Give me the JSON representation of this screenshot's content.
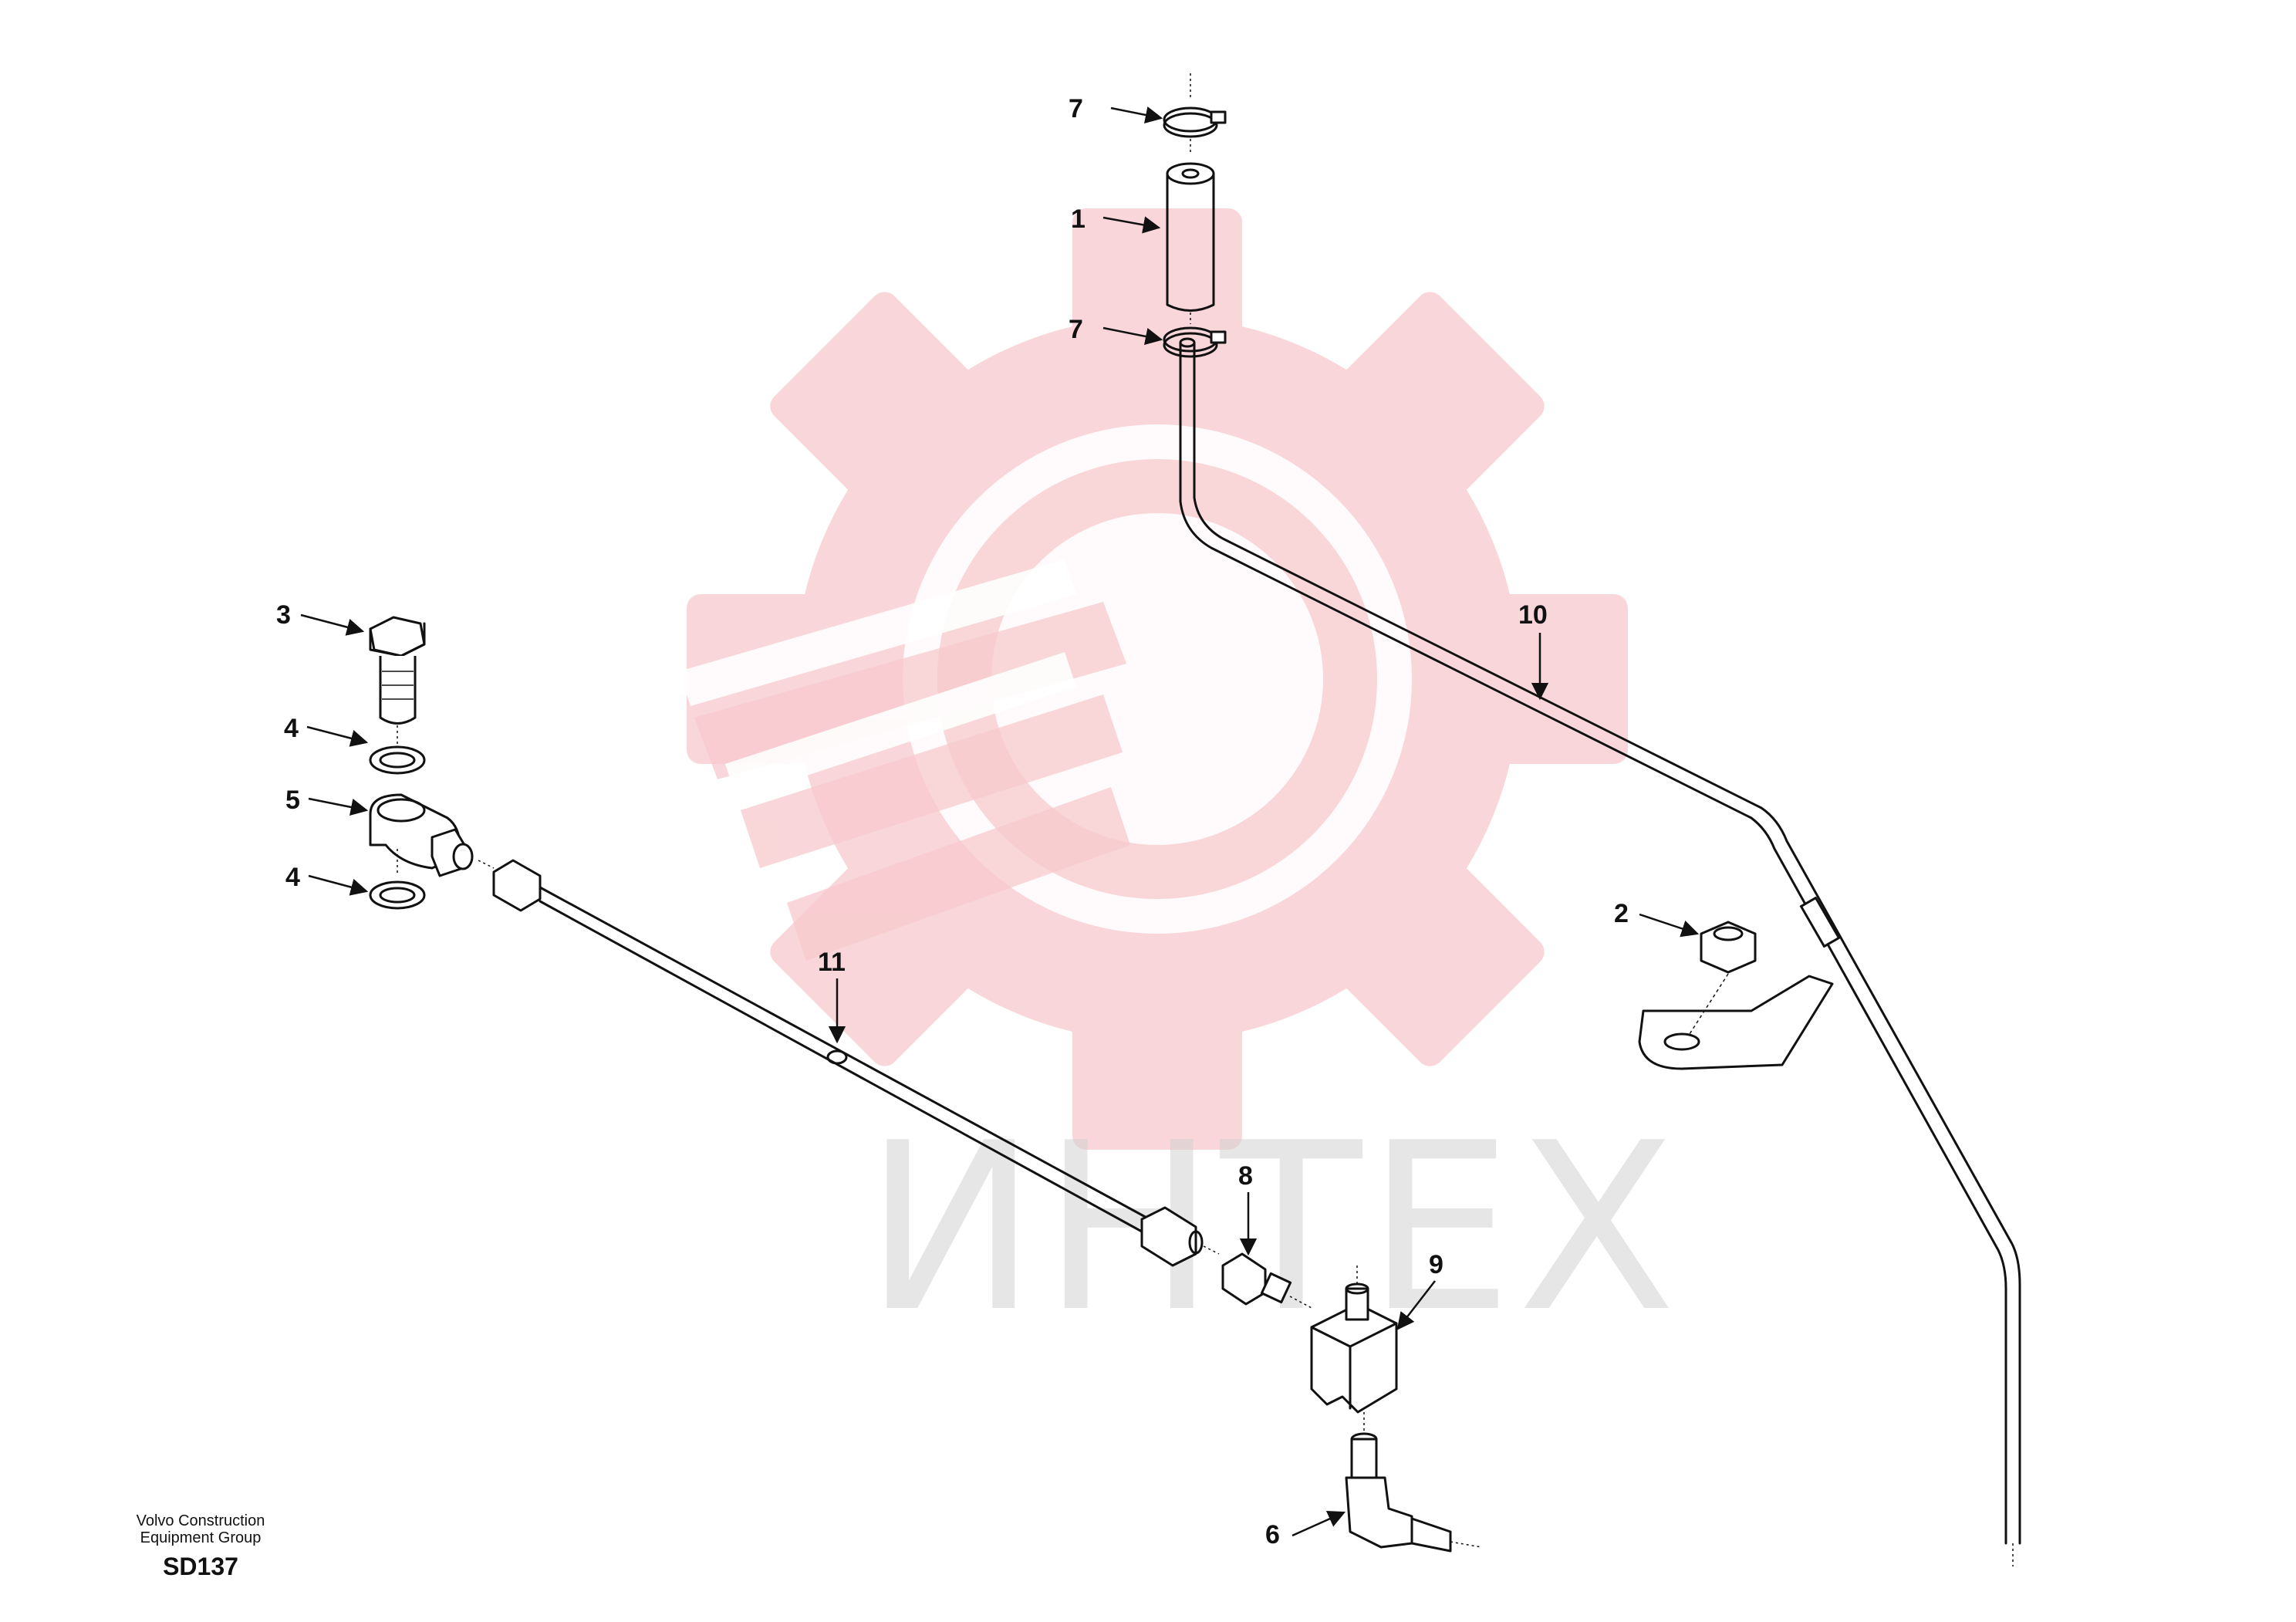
{
  "watermark": {
    "text": "ИНТЕХ",
    "gear_color": "#f7c9cc",
    "text_color": "#d2d2d2"
  },
  "callouts": [
    {
      "id": "7a",
      "label": "7"
    },
    {
      "id": "1",
      "label": "1"
    },
    {
      "id": "7b",
      "label": "7"
    },
    {
      "id": "10",
      "label": "10"
    },
    {
      "id": "3",
      "label": "3"
    },
    {
      "id": "4a",
      "label": "4"
    },
    {
      "id": "5",
      "label": "5"
    },
    {
      "id": "4b",
      "label": "4"
    },
    {
      "id": "2",
      "label": "2"
    },
    {
      "id": "11",
      "label": "11"
    },
    {
      "id": "8",
      "label": "8"
    },
    {
      "id": "9",
      "label": "9"
    },
    {
      "id": "6",
      "label": "6"
    }
  ],
  "footer": {
    "line1": "Volvo Construction",
    "line2": "Equipment Group",
    "code": "SD137"
  }
}
